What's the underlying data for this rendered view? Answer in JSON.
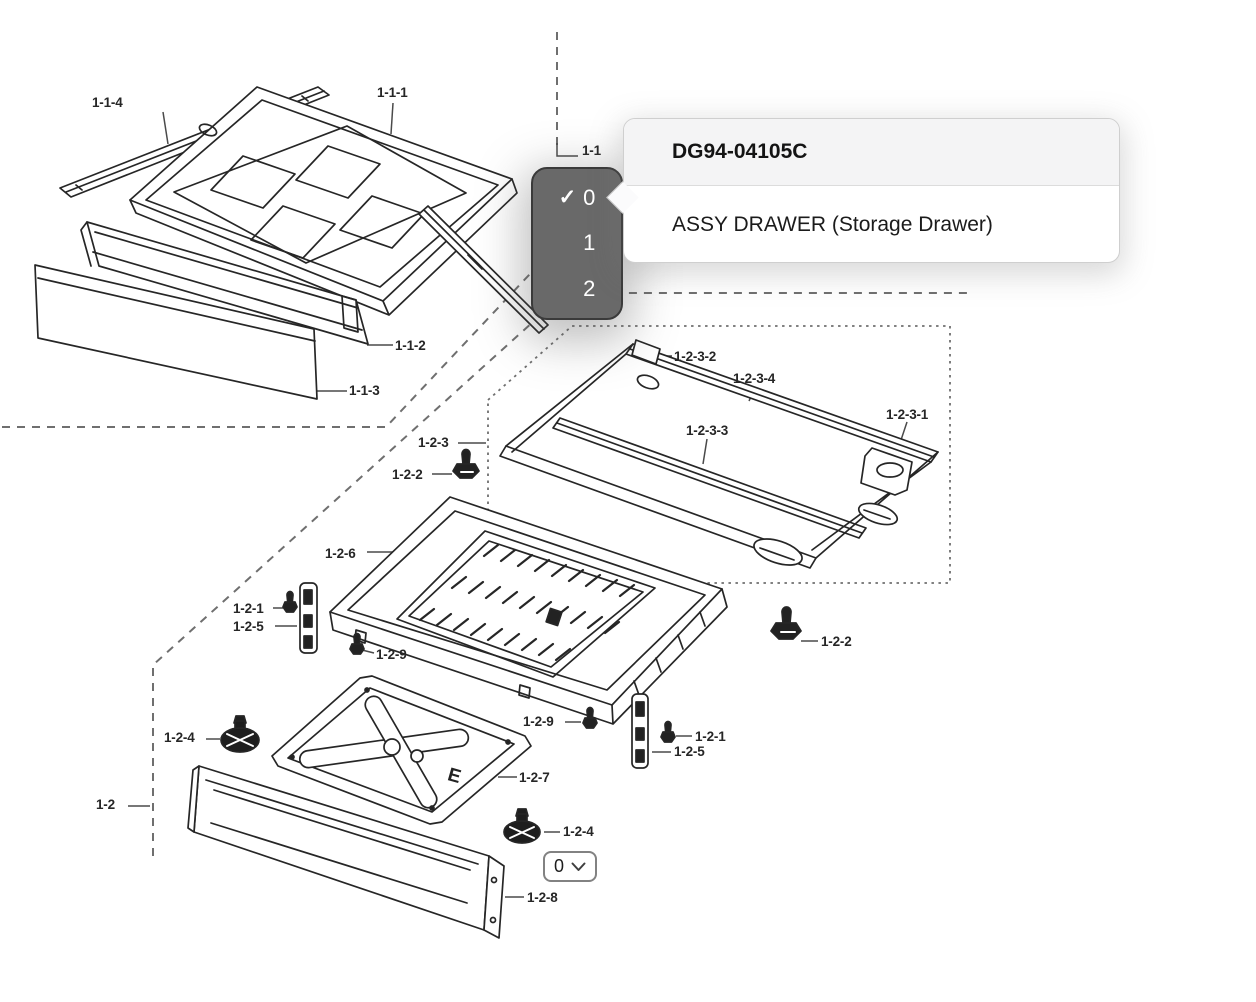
{
  "diagram": {
    "callouts": [
      "1-1-4",
      "1-1-1",
      "1-1",
      "1-1-2",
      "1-1-3",
      "1-2-3-2",
      "1-2-3-4",
      "1-2-3-1",
      "1-2-3-3",
      "1-2-3",
      "1-2-2",
      "1-2-6",
      "1-2-1",
      "1-2-5",
      "1-2-9",
      "1-2-2",
      "1-2-9",
      "1-2-1",
      "1-2-5",
      "1-2-4",
      "1-2-7",
      "1-2",
      "1-2-4",
      "1-2-8"
    ],
    "emboss_letter": "E"
  },
  "part_tooltip": {
    "part_number": "DG94-04105C",
    "part_name": "ASSY DRAWER (Storage Drawer)"
  },
  "quantity_dropdown": {
    "options": [
      "0",
      "1",
      "2"
    ],
    "selected": "0",
    "check_icon": "✓"
  },
  "quantity_select": {
    "value": "0"
  },
  "colors": {
    "dropdown_bg": "#696969",
    "dropdown_border": "#3a3a3a",
    "tooltip_header_bg": "#f4f4f5",
    "line_art": "#262626",
    "page_bg": "#ffffff"
  }
}
